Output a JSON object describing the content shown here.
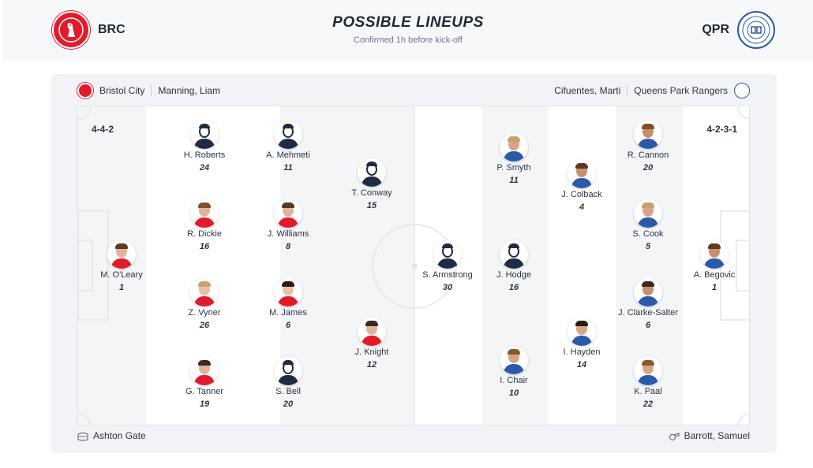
{
  "header": {
    "home_abbr": "BRC",
    "away_abbr": "QPR",
    "title": "POSSIBLE LINEUPS",
    "subtitle": "Confirmed 1h before kick-off"
  },
  "info": {
    "home_team": "Bristol City",
    "home_manager": "Manning, Liam",
    "away_manager": "Cifuentes, Marti",
    "away_team": "Queens Park Rangers"
  },
  "formations": {
    "home": "4-4-2",
    "away": "4-2-3-1"
  },
  "footer": {
    "stadium": "Ashton Gate",
    "referee": "Barrott, Samuel"
  },
  "home_players": [
    {
      "name": "M. O'Leary",
      "number": "1"
    },
    {
      "name": "H. Roberts",
      "number": "24"
    },
    {
      "name": "R. Dickie",
      "number": "16"
    },
    {
      "name": "Z. Vyner",
      "number": "26"
    },
    {
      "name": "G. Tanner",
      "number": "19"
    },
    {
      "name": "A. Mehmeti",
      "number": "11"
    },
    {
      "name": "J. Williams",
      "number": "8"
    },
    {
      "name": "M. James",
      "number": "6"
    },
    {
      "name": "S. Bell",
      "number": "20"
    },
    {
      "name": "T. Conway",
      "number": "15"
    },
    {
      "name": "J. Knight",
      "number": "12"
    }
  ],
  "away_players": [
    {
      "name": "S. Armstrong",
      "number": "30"
    },
    {
      "name": "P. Smyth",
      "number": "11"
    },
    {
      "name": "J. Hodge",
      "number": "16"
    },
    {
      "name": "I. Chair",
      "number": "10"
    },
    {
      "name": "J. Colback",
      "number": "4"
    },
    {
      "name": "I. Hayden",
      "number": "14"
    },
    {
      "name": "R. Cannon",
      "number": "20"
    },
    {
      "name": "S. Cook",
      "number": "5"
    },
    {
      "name": "J. Clarke-Salter",
      "number": "6"
    },
    {
      "name": "K. Paal",
      "number": "22"
    },
    {
      "name": "A. Begovic",
      "number": "1"
    }
  ],
  "colors": {
    "pitch_light": "#ffffff",
    "pitch_dark": "#f4f5f7",
    "line": "#e1e5eb",
    "brc_red": "#e21b2c",
    "qpr_blue": "#2b5aa8"
  }
}
